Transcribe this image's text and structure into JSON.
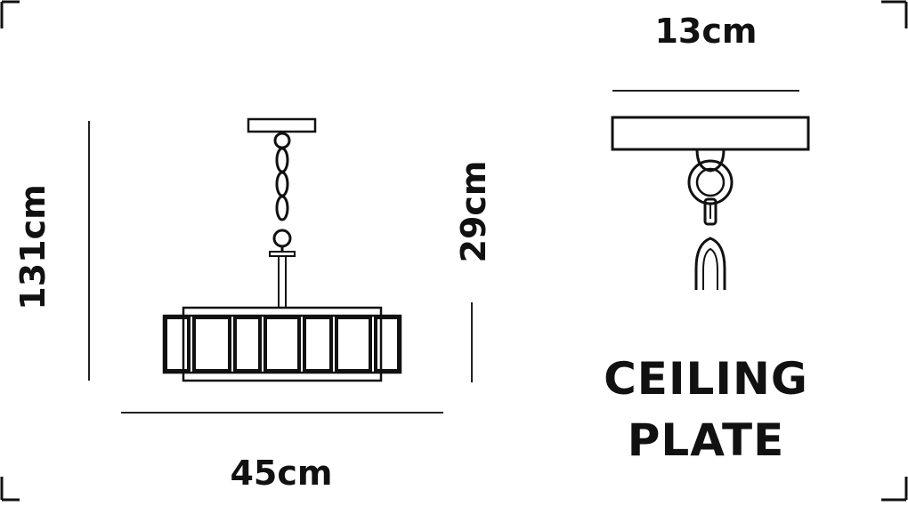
{
  "colors": {
    "ink": "#111111",
    "background": "#ffffff"
  },
  "dimensions": {
    "overall_height": "131cm",
    "shade_height": "29cm",
    "shade_width": "45cm",
    "plate_width": "13cm"
  },
  "labels": {
    "ceiling_plate_line1": "CEILING",
    "ceiling_plate_line2": "PLATE"
  }
}
